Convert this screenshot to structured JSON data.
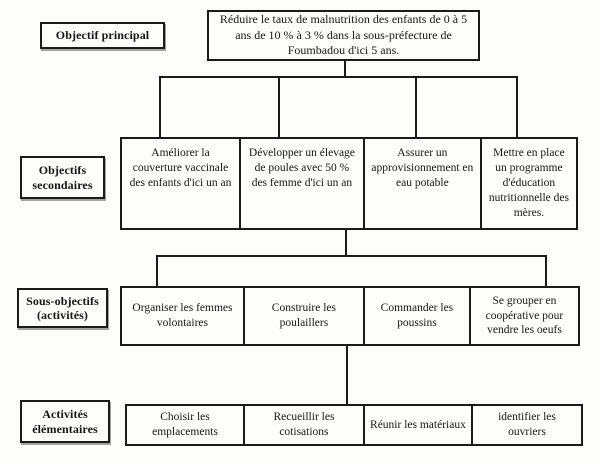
{
  "diagram": {
    "row_labels": {
      "principal": "Objectif principal",
      "secondaires": "Objectifs secondaires",
      "sous_objectifs": "Sous-objectifs (activités)",
      "elementaires": "Activités élémentaires"
    },
    "objectif_principal": "Réduire le taux de malnutrition des enfants de 0 à 5 ans de 10 % à 3 % dans la sous-préfecture de Foumbadou d'ici 5 ans.",
    "objectifs_secondaires": [
      "Améliorer la couverture vaccinale des enfants d'ici un an",
      "Développer un élevage de poules avec 50 % des femme d'ici un an",
      "Assurer un approvisionnement en eau potable",
      "Mettre en place un programme d'éducation nutritionnelle des mères."
    ],
    "sous_objectifs": [
      "Organiser les femmes volontaires",
      "Construire les poulaillers",
      "Commander les poussins",
      "Se grouper en coopérative pour vendre les oeufs"
    ],
    "activites_elementaires": [
      "Choisir les emplacements",
      "Recueillir les cotisations",
      "Réunir les matériaux",
      "identifier les ouvriers"
    ],
    "colors": {
      "ink": "#1b1b1b",
      "paper": "#fdfdfc"
    }
  }
}
